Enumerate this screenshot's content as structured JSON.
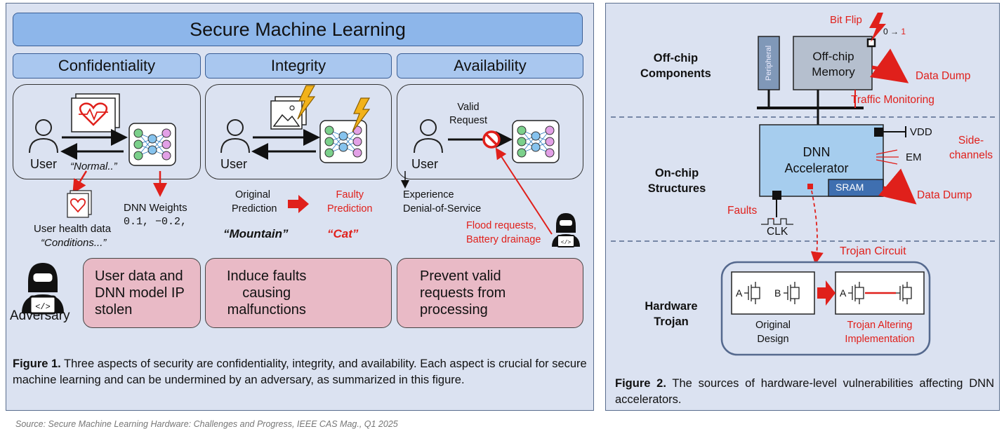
{
  "fig1": {
    "title": "Secure Machine Learning",
    "columns": [
      "Confidentiality",
      "Integrity",
      "Availability"
    ],
    "confidentiality": {
      "user": "User",
      "response": "“Normal..”",
      "health_data": "User health data",
      "conditions": "“Conditions...”",
      "weights_label": "DNN Weights",
      "weights_values": "0.1, −0.2,"
    },
    "integrity": {
      "user": "User",
      "original": [
        "Original",
        "Prediction"
      ],
      "faulty": [
        "Faulty",
        "Prediction"
      ],
      "mountain": "“Mountain”",
      "cat": "“Cat”"
    },
    "availability": {
      "valid": [
        "Valid",
        "Request"
      ],
      "user": "User",
      "dos": [
        "Experience",
        "Denial-of-Service"
      ],
      "flood": [
        "Flood requests,",
        "Battery drainage"
      ]
    },
    "adversary": "Adversary",
    "impacts": [
      [
        "User data and",
        "DNN model IP",
        "stolen"
      ],
      [
        "Induce faults",
        "causing",
        "malfunctions"
      ],
      [
        "Prevent valid",
        "requests from",
        "processing"
      ]
    ],
    "caption_label": "Figure 1.",
    "caption_text": " Three aspects of security are confidentiality, integrity, and availability. Each aspect is crucial for secure machine learning and can be undermined by an adversary, as summarized in this figure."
  },
  "fig2": {
    "sections": [
      [
        "Off-chip",
        "Components"
      ],
      [
        "On-chip",
        "Structures"
      ],
      [
        "Hardware",
        "Trojan"
      ]
    ],
    "peripheral": "Peripheral",
    "memory": [
      "Off-chip",
      "Memory"
    ],
    "bit_flip": "Bit Flip",
    "bit_zero": "0 →",
    "bit_one": "1",
    "data_dump": "Data Dump",
    "traffic": "Traffic Monitoring",
    "vdd": "VDD",
    "side_channels": [
      "Side-",
      "channels"
    ],
    "em": "EM",
    "accelerator": [
      "DNN",
      "Accelerator"
    ],
    "sram": "SRAM",
    "faults": "Faults",
    "clk": "CLK",
    "trojan_circuit": "Trojan Circuit",
    "original_design": [
      "Original",
      "Design"
    ],
    "trojan_altering": [
      "Trojan Altering",
      "Implementation"
    ],
    "label_a": "A",
    "label_b": "B",
    "caption_label": "Figure 2.",
    "caption_text": " The sources of hardware-level vulnerabilities affecting DNN accelerators."
  },
  "source": "Source: Secure Machine Learning Hardware: Challenges and Progress, IEEE CAS Mag., Q1 2025",
  "colors": {
    "panel_bg": "#dbe2f1",
    "title_bar": "#8db6ea",
    "header": "#a9c7ef",
    "impact": "#e9bac6",
    "red": "#e0201b",
    "chip": "#a6cdee"
  }
}
